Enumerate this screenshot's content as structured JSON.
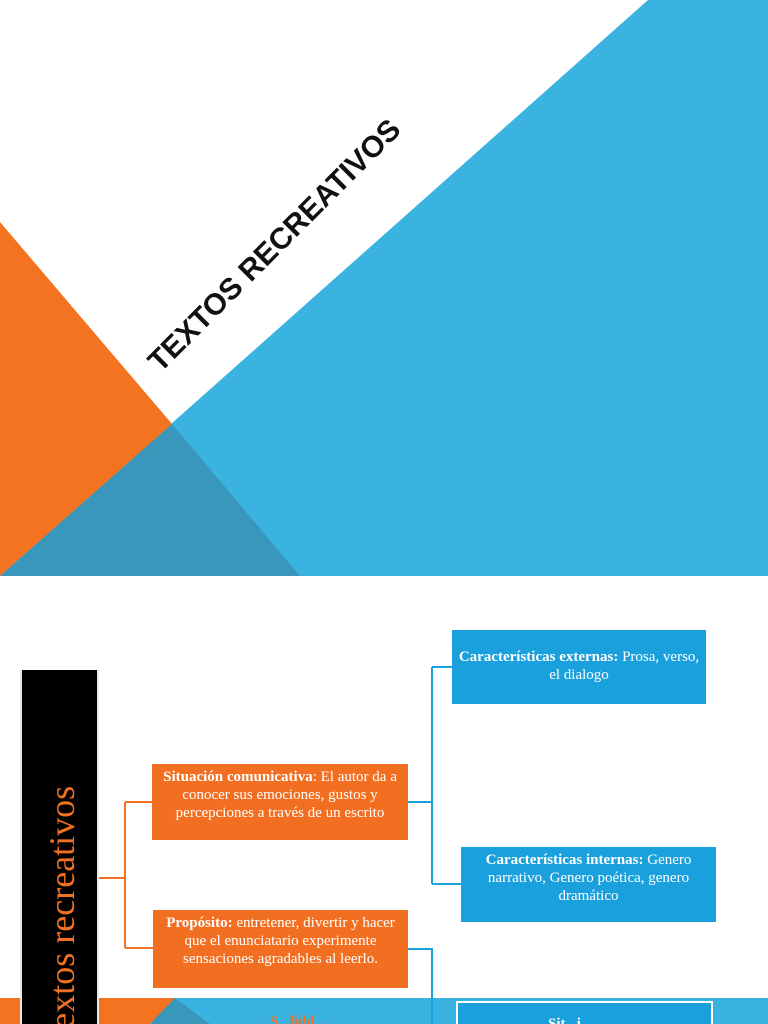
{
  "slide1": {
    "title": "TEXTOS RECREATIVOS",
    "colors": {
      "orange": "#f47321",
      "blue": "#3bb3e1",
      "teal": "#3a97bc"
    }
  },
  "slide2": {
    "vertical_title": "Textos recreativos",
    "situacion": {
      "label": "Situación comunicativa",
      "text": ": El autor da a conocer sus emociones, gustos y percepciones  a través de un escrito"
    },
    "proposito": {
      "label": "Propósito:",
      "text": " entretener, divertir y hacer que el enunciatario experimente sensaciones agradables al leerlo."
    },
    "externas": {
      "label": "Características externas:",
      "text": " Prosa, verso, el dialogo"
    },
    "internas": {
      "label": "Características internas:",
      "text": " Genero narrativo, Genero poética, genero dramático"
    },
    "cut_left": "S...lidd...",
    "cut_right": "Sit...i...",
    "colors": {
      "orange_box": "#f26f21",
      "blue_box": "#1aa0dc",
      "connector": "#1aa0dc",
      "bracket": "#f07024"
    }
  }
}
